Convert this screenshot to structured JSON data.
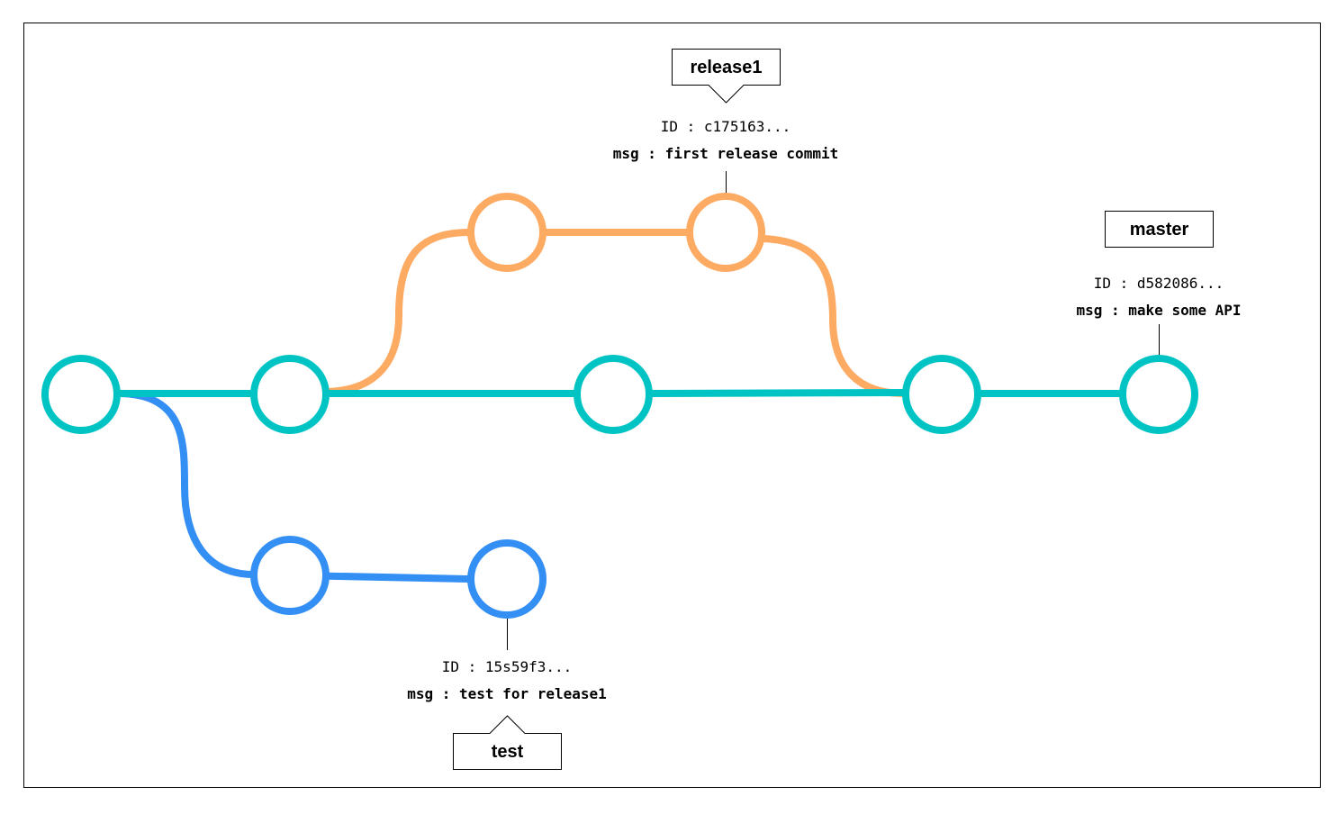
{
  "colors": {
    "master": "#00c4c4",
    "release1": "#fdaa63",
    "test": "#338ff3",
    "frame": "#000000"
  },
  "labels": {
    "release1": {
      "tag": "release1",
      "id_line": "ID : c175163...",
      "msg_line": "msg : first release commit"
    },
    "master": {
      "tag": "master",
      "id_line": "ID : d582086...",
      "msg_line": "msg : make some API"
    },
    "test": {
      "tag": "test",
      "id_line": "ID : 15s59f3...",
      "msg_line": "msg : test for release1"
    }
  }
}
